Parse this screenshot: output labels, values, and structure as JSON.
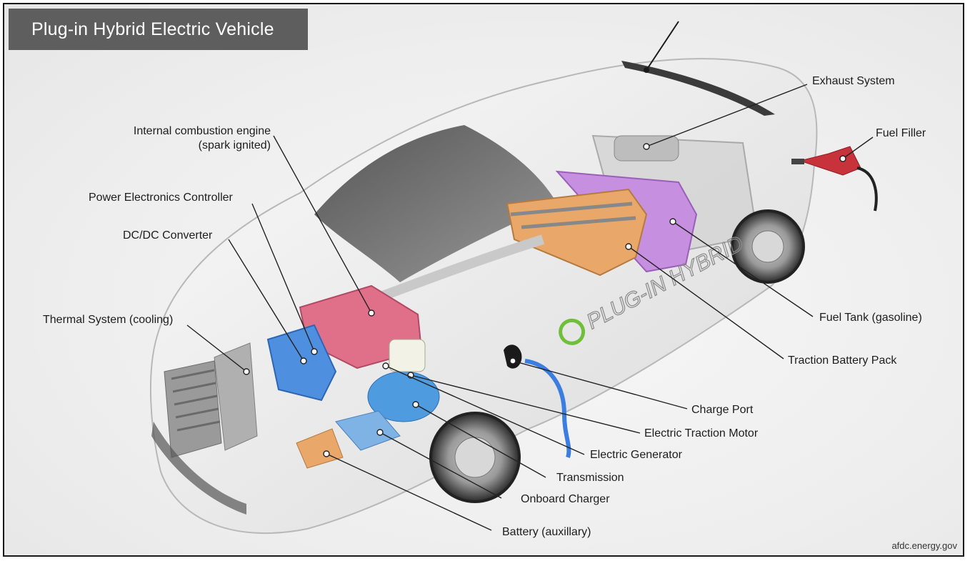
{
  "title": "Plug-in Hybrid Electric Vehicle",
  "credit": "afdc.energy.gov",
  "body_text": "PLUG-IN HYBRID",
  "labels": {
    "ice_line1": "Internal combustion engine",
    "ice_line2": "(spark ignited)",
    "power_electronics": "Power Electronics Controller",
    "dcdc": "DC/DC Converter",
    "thermal": "Thermal System (cooling)",
    "exhaust": "Exhaust System",
    "fuel_filler": "Fuel Filler",
    "fuel_tank": "Fuel Tank (gasoline)",
    "traction_battery": "Traction Battery Pack",
    "charge_port": "Charge Port",
    "traction_motor": "Electric Traction Motor",
    "generator": "Electric Generator",
    "transmission": "Transmission",
    "onboard_charger": "Onboard Charger",
    "battery_aux": "Battery (auxillary)"
  },
  "colors": {
    "title_bg": "#5e5e5e",
    "engine": "#e0708a",
    "fuel_tank": "#c68fe0",
    "traction_battery": "#e9a86a",
    "power_electronics": "#4f8fe0",
    "charge_cable": "#3b7de0",
    "fuel_nozzle": "#c8323a"
  }
}
